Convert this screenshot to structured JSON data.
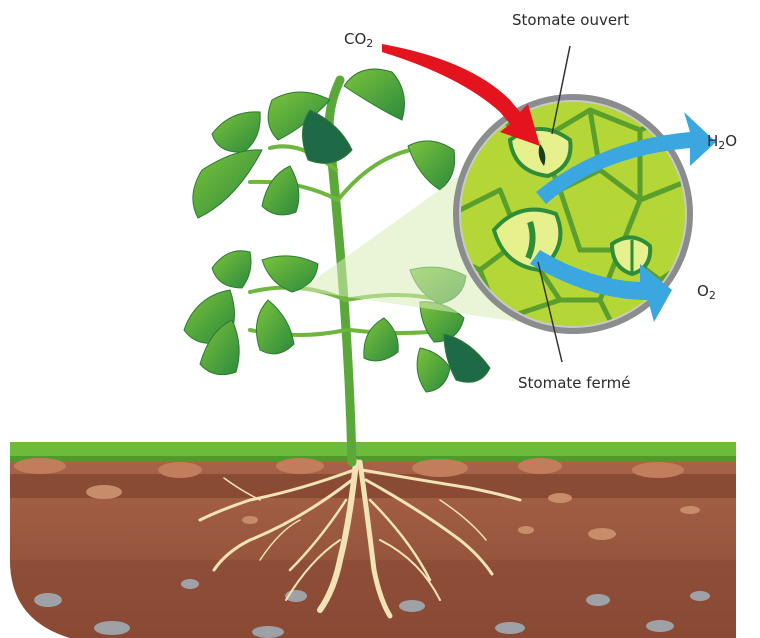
{
  "labels": {
    "co2": {
      "base": "CO",
      "sub": "2"
    },
    "h2o": {
      "pre": "H",
      "sub": "2",
      "post": "O"
    },
    "o2": {
      "base": "O",
      "sub": "2"
    },
    "open_stomata": "Stomate ouvert",
    "closed_stomata": "Stomate fermé"
  },
  "colors": {
    "co2_arrow": "#e4141e",
    "h2o_arrow": "#3aa7e0",
    "o2_arrow": "#3aa7e0",
    "leaf_cell": "#b5d637",
    "leaf_dark": "#2f8d3a",
    "soil": "#9b5a3a",
    "grass": "#6dbb3a",
    "root": "#f1e3b6"
  },
  "icons": [
    "plant-illustration",
    "magnifier-circle",
    "stomata-cell",
    "root-system",
    "soil-layers",
    "pebbles"
  ]
}
